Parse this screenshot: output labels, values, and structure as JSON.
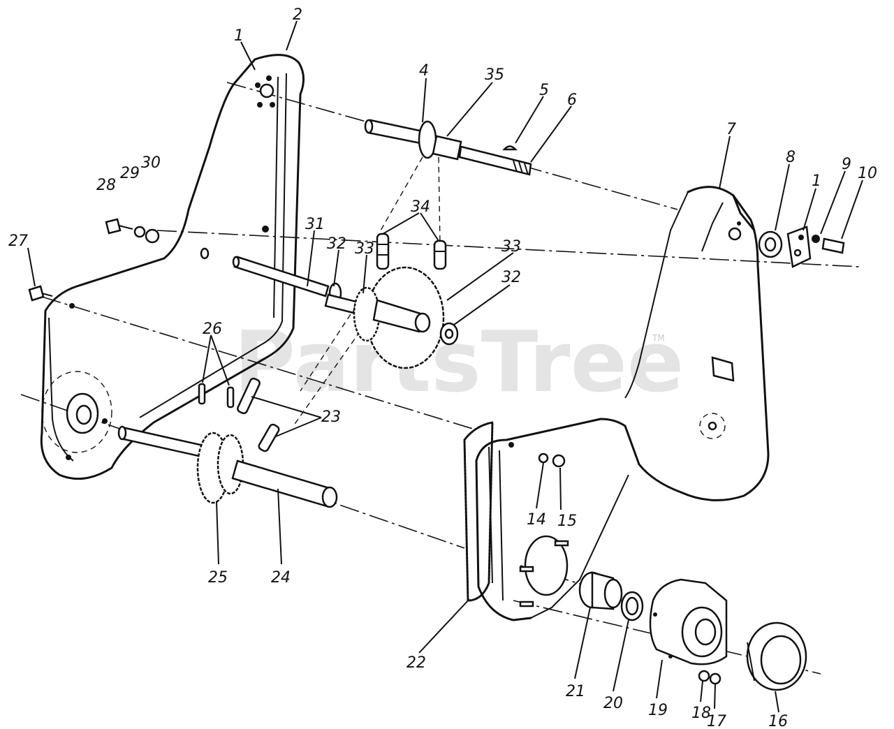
{
  "watermark": {
    "text": "PartsTree",
    "trademark": "TM"
  },
  "callouts": {
    "c1a": "1",
    "c1b": "1",
    "c2": "2",
    "c4": "4",
    "c5": "5",
    "c6": "6",
    "c7": "7",
    "c8": "8",
    "c9": "9",
    "c10": "10",
    "c14": "14",
    "c15": "15",
    "c16": "16",
    "c17": "17",
    "c18": "18",
    "c19": "19",
    "c20": "20",
    "c21": "21",
    "c22": "22",
    "c23": "23",
    "c24": "24",
    "c25": "25",
    "c26": "26",
    "c27": "27",
    "c28": "28",
    "c29": "29",
    "c30": "30",
    "c31": "31",
    "c32a": "32",
    "c32b": "32",
    "c33a": "33",
    "c33b": "33",
    "c34": "34",
    "c35": "35"
  }
}
